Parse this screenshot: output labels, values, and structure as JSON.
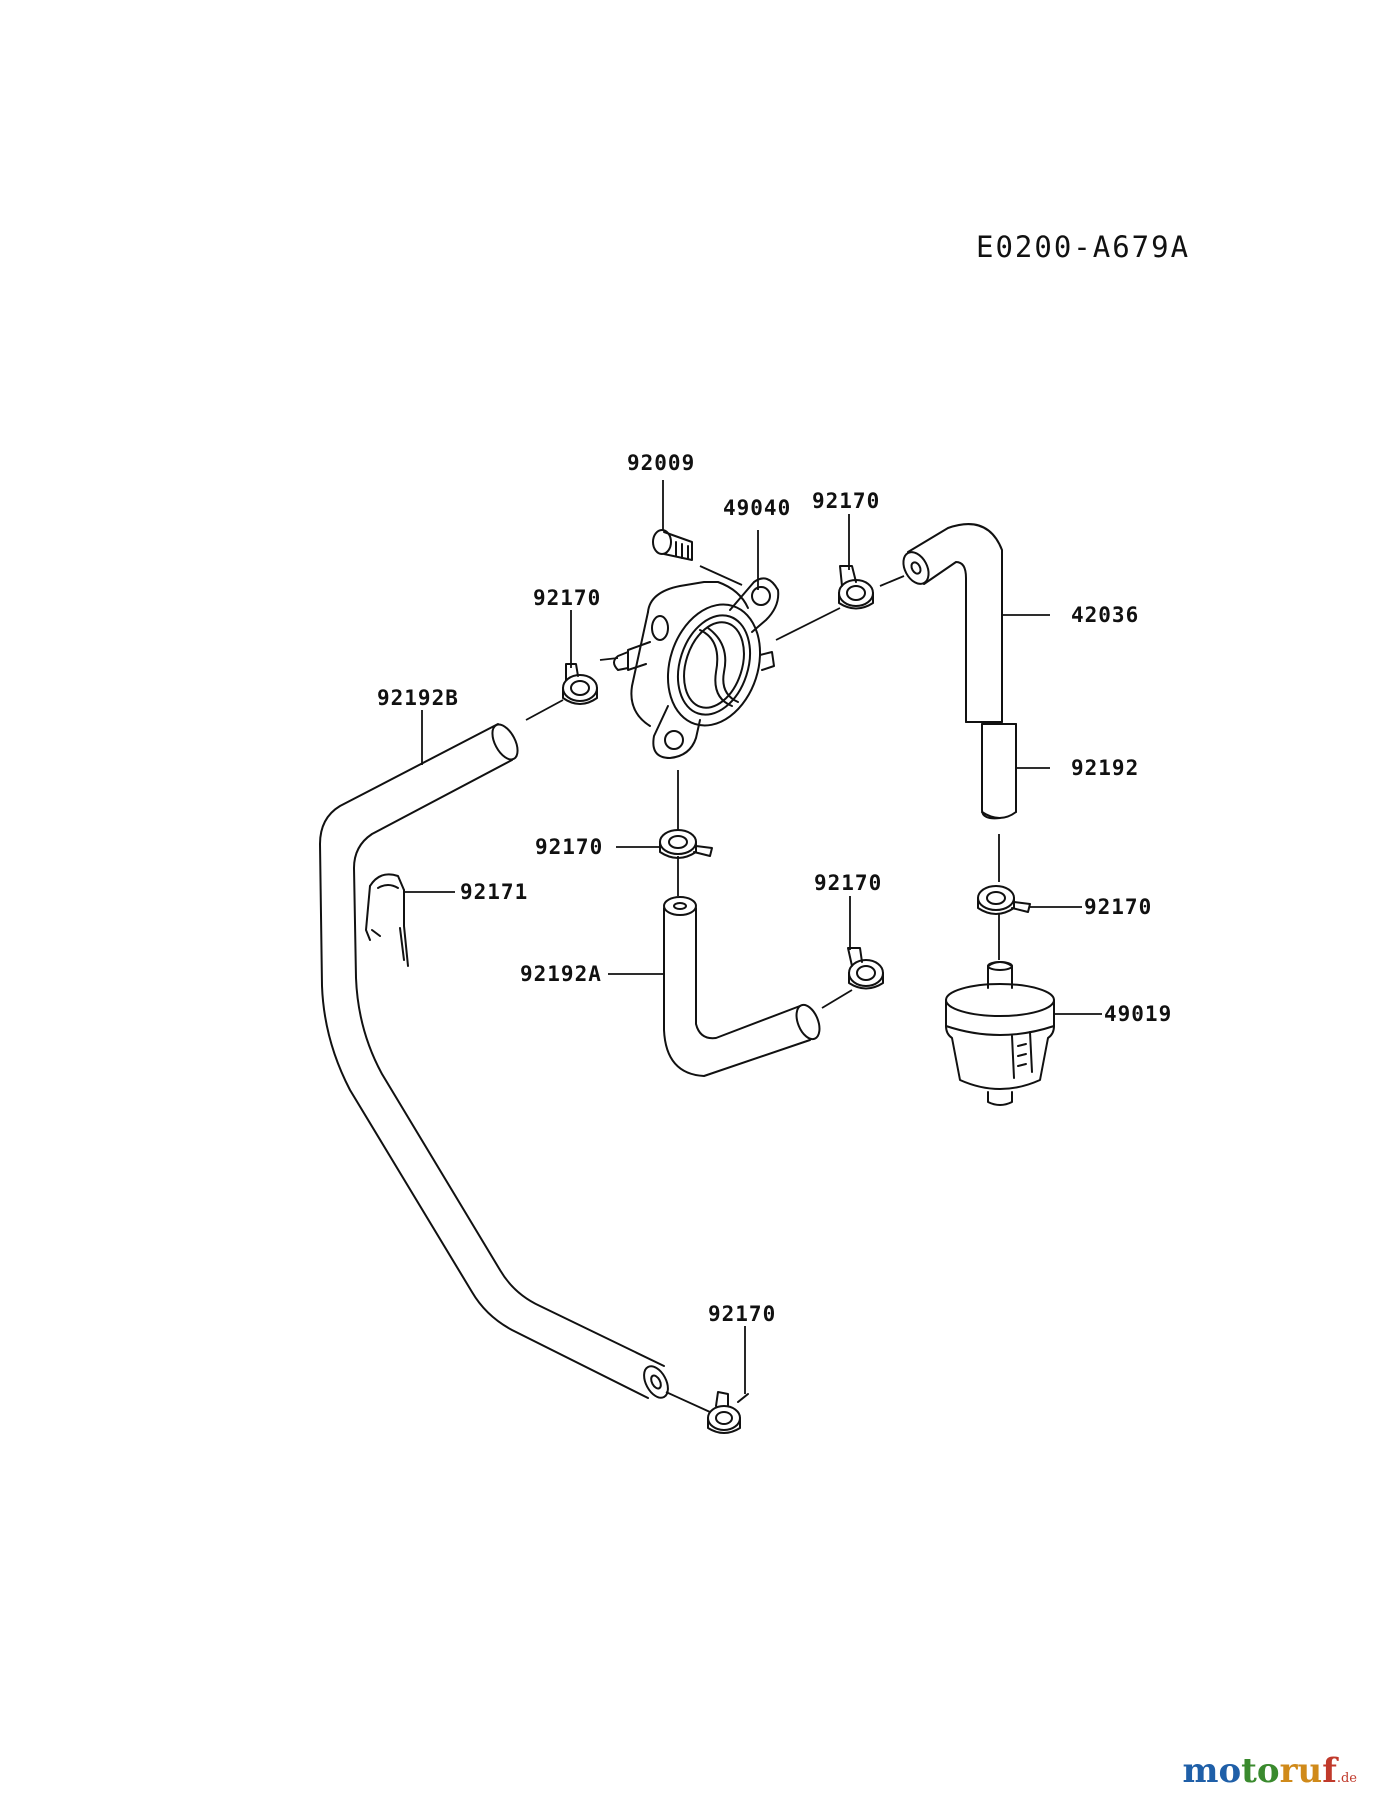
{
  "diagram_code": "E0200-A679A",
  "callouts": {
    "c92009": "92009",
    "c49040": "49040",
    "c92170_top": "92170",
    "c42036": "42036",
    "c92170_left": "92170",
    "c92192B": "92192B",
    "c92192": "92192",
    "c92170_mid": "92170",
    "c92171": "92171",
    "c92170_rightmid": "92170",
    "c92170_filter": "92170",
    "c92192A": "92192A",
    "c49019": "49019",
    "c92170_bottom": "92170"
  },
  "watermark": {
    "parts": [
      "mo",
      "to",
      "ru",
      "f"
    ],
    "suffix": ".de",
    "colors": [
      "#1f5fa8",
      "#3a8a2e",
      "#d08a1a",
      "#c0392b"
    ]
  }
}
